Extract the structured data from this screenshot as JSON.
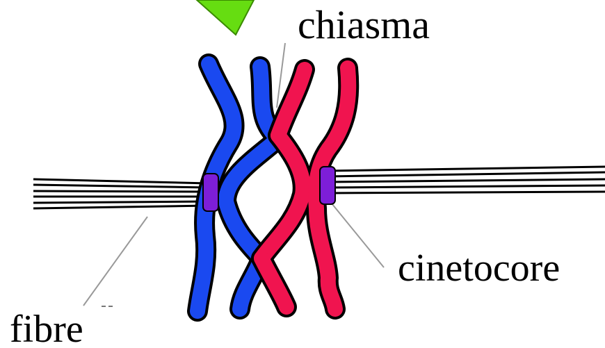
{
  "labels": {
    "chiasma": "chiasma",
    "kinetochore": "cinetocore",
    "fibres": "fibre"
  },
  "colors": {
    "homolog_a": "#1a49f0",
    "homolog_b": "#f0144f",
    "kinetochore": "#7d1ed8",
    "arrow": "#66dd11",
    "fibre_line": "#000000",
    "pointer_line": "#999999"
  }
}
